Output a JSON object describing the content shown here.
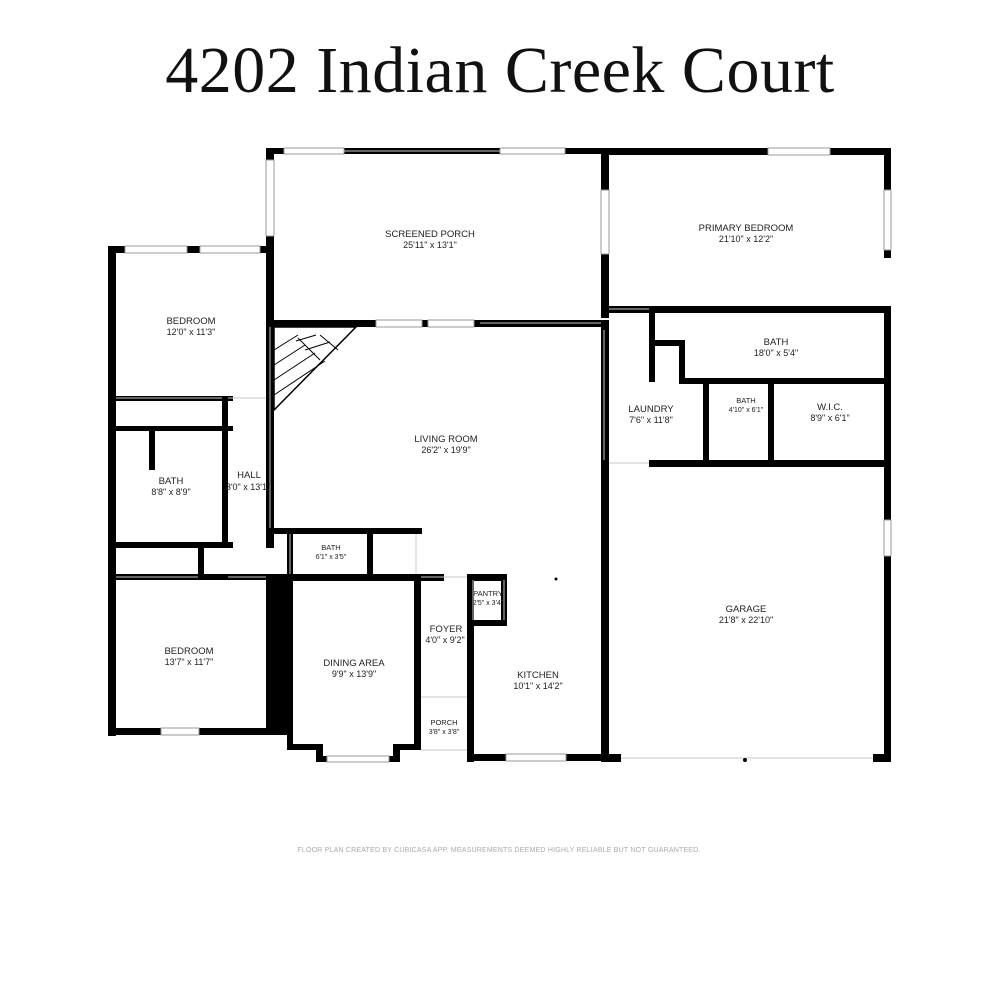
{
  "title": "4202 Indian Creek Court",
  "footer": "FLOOR PLAN CREATED BY CUBICASA APP. MEASUREMENTS DEEMED HIGHLY RELIABLE BUT NOT GUARANTEED.",
  "rooms": {
    "screened_porch": {
      "name": "SCREENED PORCH",
      "dim": "25'11\" x 13'1\""
    },
    "primary_bedroom": {
      "name": "PRIMARY BEDROOM",
      "dim": "21'10\" x 12'2\""
    },
    "bedroom_1": {
      "name": "BEDROOM",
      "dim": "12'0\" x 11'3\""
    },
    "primary_bath": {
      "name": "BATH",
      "dim": "18'0\" x 5'4\""
    },
    "laundry": {
      "name": "LAUNDRY",
      "dim": "7'6\" x 11'8\""
    },
    "bath_small": {
      "name": "BATH",
      "dim": "4'10\" x 6'1\""
    },
    "wic": {
      "name": "W.I.C.",
      "dim": "8'9\" x 6'1\""
    },
    "living_room": {
      "name": "LIVING ROOM",
      "dim": "26'2\" x 19'9\""
    },
    "bath_2": {
      "name": "BATH",
      "dim": "8'8\" x 8'9\""
    },
    "hall": {
      "name": "HALL",
      "dim": "3'0\" x 13'1\""
    },
    "half_bath": {
      "name": "BATH",
      "dim": "6'1\" x 3'5\""
    },
    "pantry": {
      "name": "PANTRY",
      "dim": "2'5\" x 3'4\""
    },
    "foyer": {
      "name": "FOYER",
      "dim": "4'0\" x 9'2\""
    },
    "garage": {
      "name": "GARAGE",
      "dim": "21'8\" x 22'10\""
    },
    "bedroom_2": {
      "name": "BEDROOM",
      "dim": "13'7\" x 11'7\""
    },
    "dining_area": {
      "name": "DINING AREA",
      "dim": "9'9\" x 13'9\""
    },
    "kitchen": {
      "name": "KITCHEN",
      "dim": "10'1\" x 14'2\""
    },
    "porch": {
      "name": "PORCH",
      "dim": "3'8\" x 3'8\""
    }
  }
}
